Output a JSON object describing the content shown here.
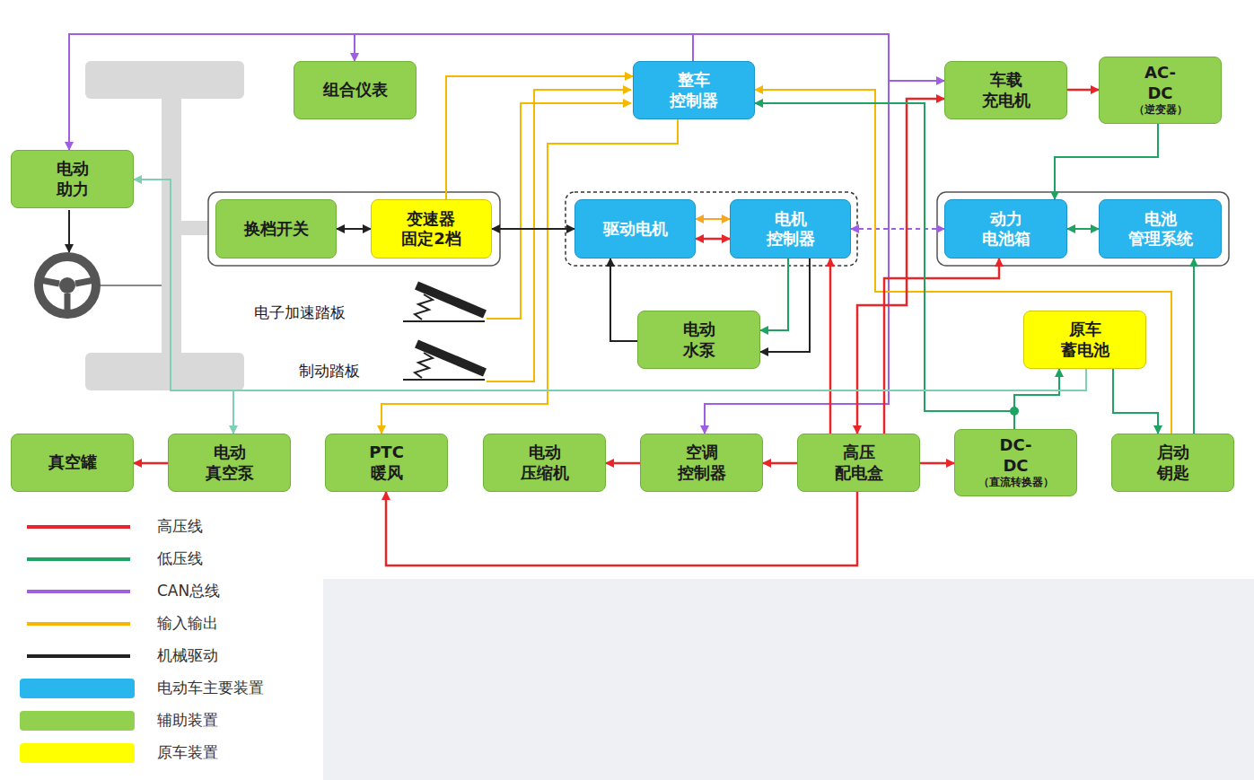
{
  "diagram": {
    "nodes": [
      {
        "text": [
          "组合仪表"
        ]
      },
      {
        "text": [
          "整车 控制器"
        ]
      },
      {
        "text": [
          "车载 充电机"
        ]
      },
      {
        "text": [
          "AC-DC",
          "（逆变器）"
        ]
      },
      {
        "text": [
          "电动 助力"
        ]
      },
      {
        "text": [
          "换档开关"
        ]
      },
      {
        "text": [
          "变速器 固定2档"
        ]
      },
      {
        "text": [
          "驱动电机"
        ]
      },
      {
        "text": [
          "电机 控制器"
        ]
      },
      {
        "text": [
          "动力 电池箱"
        ]
      },
      {
        "text": [
          "电池 管理系统"
        ]
      },
      {
        "text": [
          "电动 水泵"
        ]
      },
      {
        "text": [
          "原车 蓄电池"
        ]
      },
      {
        "text": [
          "真空罐"
        ]
      },
      {
        "text": [
          "电动 真空泵"
        ]
      },
      {
        "text": [
          "PTC 暖风"
        ]
      },
      {
        "text": [
          "电动 压缩机"
        ]
      },
      {
        "text": [
          "空调 控制器"
        ]
      },
      {
        "text": [
          "高压 配电盒"
        ]
      },
      {
        "text": [
          "DC-DC",
          "（直流转换器）"
        ]
      },
      {
        "text": [
          "启动 钥匙"
        ]
      }
    ],
    "edges": [
      {
        "from": 1,
        "to": 4,
        "arrow": "to"
      },
      {
        "from": 1,
        "to": 0,
        "arrow": "to"
      },
      {
        "from": 1,
        "to": 2,
        "arrow": "to"
      },
      {
        "from": 1,
        "to": 17,
        "arrow": "to"
      },
      {
        "from": 8,
        "to": 9,
        "arrow": "both"
      },
      {
        "from": 6,
        "to": 1,
        "arrow": "to"
      },
      {
        "from": 1,
        "to": 15,
        "arrow": "to"
      },
      {
        "from": 20,
        "to": 1,
        "arrow": "to"
      },
      {
        "from": 5,
        "to": 6,
        "arrow": "both"
      },
      {
        "from": 6,
        "to": 7,
        "arrow": "both"
      },
      {
        "from": 7,
        "to": 8,
        "arrow": "both"
      },
      {
        "from": 7,
        "to": 8,
        "arrow": "both"
      },
      {
        "from": 8,
        "to": 11,
        "arrow": "to"
      },
      {
        "from": 8,
        "to": 11,
        "arrow": "to"
      },
      {
        "from": 11,
        "to": 7,
        "arrow": "to"
      },
      {
        "from": 18,
        "to": 8,
        "arrow": "to"
      },
      {
        "from": 18,
        "to": 2,
        "arrow": "both"
      },
      {
        "from": 18,
        "to": 9,
        "arrow": "to"
      },
      {
        "from": 2,
        "to": 3,
        "arrow": "to"
      },
      {
        "from": 3,
        "to": 9,
        "arrow": "to"
      },
      {
        "from": 10,
        "to": 9,
        "arrow": "both"
      },
      {
        "from": 19,
        "to": 12,
        "arrow": "to"
      },
      {
        "from": 19,
        "to": 1,
        "arrow": "to"
      },
      {
        "from": 12,
        "to": 20,
        "arrow": "to"
      },
      {
        "from": 20,
        "to": 10,
        "arrow": "to"
      },
      {
        "from": 12,
        "to": 4,
        "arrow": "to"
      },
      {
        "from": 12,
        "to": 14,
        "arrow": "to"
      },
      {
        "from": 18,
        "to": 17,
        "arrow": "to"
      },
      {
        "from": 17,
        "to": 16,
        "arrow": "to"
      },
      {
        "from": 18,
        "to": 19,
        "arrow": "to"
      },
      {
        "from": 18,
        "to": 15,
        "arrow": "to"
      },
      {
        "from": 14,
        "to": 13,
        "arrow": "to"
      }
    ],
    "labels": [
      "电子加速踏板",
      "制动踏板"
    ],
    "legend": [
      {
        "text": "高压线"
      },
      {
        "text": "低压线"
      },
      {
        "text": "CAN总线"
      },
      {
        "text": "输入输出"
      },
      {
        "text": "机械驱动"
      },
      {
        "text": "电动车主要装置",
        "color": "#29b6ee"
      },
      {
        "text": "辅助装置",
        "color": "#92d050"
      },
      {
        "text": "原车装置",
        "color": "#ffff00"
      }
    ]
  }
}
